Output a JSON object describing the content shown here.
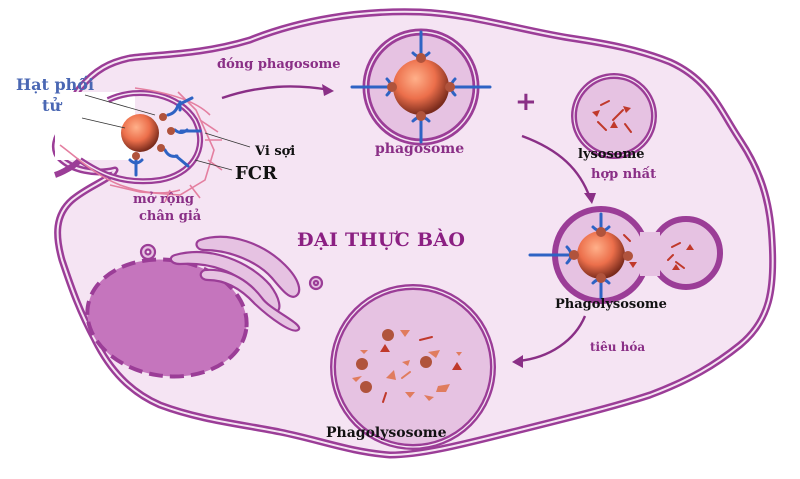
{
  "title": "ĐẠI THỰC BÀO",
  "labels": {
    "particle_line1": "Hạt phối",
    "particle_line2": "tử",
    "microfilament": "Vi sợi",
    "fcr": "FCR",
    "pseudopod_line1": "mở rộng",
    "pseudopod_line2": "chân giả",
    "closing_phagosome": "đóng phagosome",
    "phagosome": "phagosome",
    "plus": "+",
    "lysosome": "lysosome",
    "fusion": "hợp nhất",
    "phagolysosome_1": "Phagolysosome",
    "digestion": "tiêu hóa",
    "phagolysosome_2": "Phagolysosome"
  },
  "colors": {
    "cytoplasm": "#f5e4f3",
    "membrane": "#9b3d97",
    "vesicle_fill": "#e6c2e2",
    "nucleus": "#c575bd",
    "particle": "#e9704f",
    "receptor": "#2e63c4",
    "ligand": "#b0533c",
    "microfilament": "#e47fa0",
    "enzyme": "#c0392b",
    "title": "#8b1f82",
    "blue_label": "#4a67b3"
  }
}
